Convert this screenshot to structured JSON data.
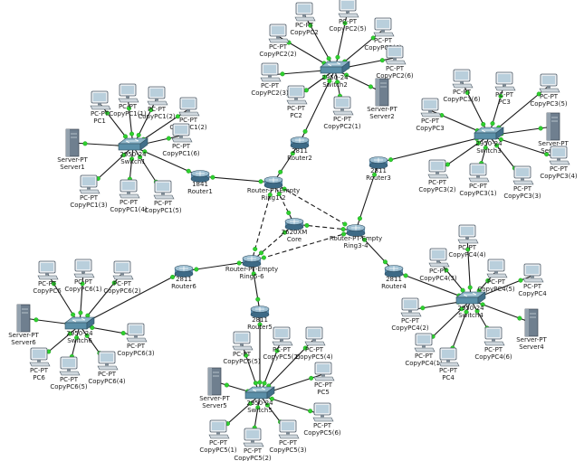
{
  "colors": {
    "link": "#1a1a1a",
    "port_up": "#2ed12e",
    "switch": "#5b8fa8",
    "router": "#5f8fae",
    "pc_screen": "#b9cfdc",
    "server": "#6f7f8f"
  },
  "devices": [
    {
      "id": "R0",
      "type": "router",
      "label": [
        "2620XM",
        "Core"
      ]
    },
    {
      "id": "R1",
      "type": "router",
      "label": [
        "1841",
        "Router1"
      ]
    },
    {
      "id": "R2",
      "type": "router",
      "label": [
        "2811",
        "Router2"
      ]
    },
    {
      "id": "R3",
      "type": "router",
      "label": [
        "2811",
        "Router3"
      ]
    },
    {
      "id": "R4",
      "type": "router",
      "label": [
        "2811",
        "Router4"
      ]
    },
    {
      "id": "R5",
      "type": "router",
      "label": [
        "2811",
        "Router5"
      ]
    },
    {
      "id": "R6",
      "type": "router",
      "label": [
        "2811",
        "Router6"
      ]
    },
    {
      "id": "G1",
      "type": "router",
      "label": [
        "Router-PT-Empty",
        "Ring1-2"
      ]
    },
    {
      "id": "G3",
      "type": "router",
      "label": [
        "Router-PT-Empty",
        "Ring3-4"
      ]
    },
    {
      "id": "G5",
      "type": "router",
      "label": [
        "Router-PT-Empty",
        "Ring5-6"
      ]
    },
    {
      "id": "SW1",
      "type": "switch",
      "label": [
        "2950-24",
        "Switch1"
      ]
    },
    {
      "id": "SW2",
      "type": "switch",
      "label": [
        "2950-24",
        "Switch2"
      ]
    },
    {
      "id": "SW3",
      "type": "switch",
      "label": [
        "2950-24",
        "Switch3"
      ]
    },
    {
      "id": "SW4",
      "type": "switch",
      "label": [
        "2950-24",
        "Switch4"
      ]
    },
    {
      "id": "SW5",
      "type": "switch",
      "label": [
        "2950-24",
        "Switch5"
      ]
    },
    {
      "id": "SW6",
      "type": "switch",
      "label": [
        "2950-24",
        "Switch6"
      ]
    },
    {
      "id": "S1",
      "type": "server",
      "label": [
        "Server-PT",
        "Server1"
      ]
    },
    {
      "id": "S2",
      "type": "server",
      "label": [
        "Server-PT",
        "Server2"
      ]
    },
    {
      "id": "S3",
      "type": "server",
      "label": [
        "Server-PT",
        "Server3"
      ]
    },
    {
      "id": "S4",
      "type": "server",
      "label": [
        "Server-PT",
        "Server4"
      ]
    },
    {
      "id": "S5",
      "type": "server",
      "label": [
        "Server-PT",
        "Server5"
      ]
    },
    {
      "id": "S6",
      "type": "server",
      "label": [
        "Server-PT",
        "Server6"
      ]
    },
    {
      "id": "P1a",
      "type": "pc",
      "label": [
        "PC-PT",
        "PC1"
      ]
    },
    {
      "id": "P1b",
      "type": "pc",
      "label": [
        "PC-PT",
        "CopyPC1(1)"
      ]
    },
    {
      "id": "P1c",
      "type": "pc",
      "label": [
        "PC-PT",
        "CopyPC1(2)"
      ]
    },
    {
      "id": "P1d",
      "type": "pc",
      "label": [
        "PC-PT",
        "CopyPC1(2)"
      ]
    },
    {
      "id": "P1e",
      "type": "pc",
      "label": [
        "PC-PT",
        "CopyPC1(6)"
      ]
    },
    {
      "id": "P1f",
      "type": "pc",
      "label": [
        "PC-PT",
        "CopyPC1(3)"
      ]
    },
    {
      "id": "P1g",
      "type": "pc",
      "label": [
        "PC-PT",
        "CopyPC1(4)"
      ]
    },
    {
      "id": "P1h",
      "type": "pc",
      "label": [
        "PC-PT",
        "CopyPC1(5)"
      ]
    },
    {
      "id": "P2a",
      "type": "pc",
      "label": [
        "PC-PT",
        "CopyPC2"
      ]
    },
    {
      "id": "P2b",
      "type": "pc",
      "label": [
        "PC-PT",
        "CopyPC2(5)"
      ]
    },
    {
      "id": "P2c",
      "type": "pc",
      "label": [
        "PC-PT",
        "CopyPC2(4)"
      ]
    },
    {
      "id": "P2d",
      "type": "pc",
      "label": [
        "PC-PT",
        "CopyPC2(2)"
      ]
    },
    {
      "id": "P2e",
      "type": "pc",
      "label": [
        "PC-PT",
        "CopyPC2(6)"
      ]
    },
    {
      "id": "P2f",
      "type": "pc",
      "label": [
        "PC-PT",
        "CopyPC2(3)"
      ]
    },
    {
      "id": "P2g",
      "type": "pc",
      "label": [
        "PC-PT",
        "PC2"
      ]
    },
    {
      "id": "P2h",
      "type": "pc",
      "label": [
        "PC-PT",
        "CopyPC2(1)"
      ]
    },
    {
      "id": "P3a",
      "type": "pc",
      "label": [
        "PC-PT",
        "CopyPC3(6)"
      ]
    },
    {
      "id": "P3b",
      "type": "pc",
      "label": [
        "PC-PT",
        "PC3"
      ]
    },
    {
      "id": "P3c",
      "type": "pc",
      "label": [
        "PC-PT",
        "CopyPC3(5)"
      ]
    },
    {
      "id": "P3d",
      "type": "pc",
      "label": [
        "PC-PT",
        "CopyPC3"
      ]
    },
    {
      "id": "P3e",
      "type": "pc",
      "label": [
        "PC-PT",
        "CopyPC3(4)"
      ]
    },
    {
      "id": "P3f",
      "type": "pc",
      "label": [
        "PC-PT",
        "CopyPC3(2)"
      ]
    },
    {
      "id": "P3g",
      "type": "pc",
      "label": [
        "PC-PT",
        "CopyPC3(1)"
      ]
    },
    {
      "id": "P3h",
      "type": "pc",
      "label": [
        "PC-PT",
        "CopyPC3(3)"
      ]
    },
    {
      "id": "P4a",
      "type": "pc",
      "label": [
        "PC-PT",
        "CopyPC4(4)"
      ]
    },
    {
      "id": "P4b",
      "type": "pc",
      "label": [
        "PC-PT",
        "CopyPC4(3)"
      ]
    },
    {
      "id": "P4c",
      "type": "pc",
      "label": [
        "PC-PT",
        "CopyPC4(5)"
      ]
    },
    {
      "id": "P4d",
      "type": "pc",
      "label": [
        "PC-PT",
        "CopyPC4"
      ]
    },
    {
      "id": "P4e",
      "type": "pc",
      "label": [
        "PC-PT",
        "CopyPC4(2)"
      ]
    },
    {
      "id": "P4f",
      "type": "pc",
      "label": [
        "PC-PT",
        "CopyPC4(1)"
      ]
    },
    {
      "id": "P4g",
      "type": "pc",
      "label": [
        "PC-PT",
        "PC4"
      ]
    },
    {
      "id": "P4h",
      "type": "pc",
      "label": [
        "PC-PT",
        "CopyPC4(6)"
      ]
    },
    {
      "id": "P5a",
      "type": "pc",
      "label": [
        "PC-PT",
        "CopyPC5(5)"
      ]
    },
    {
      "id": "P5b",
      "type": "pc",
      "label": [
        "PC-PT",
        "CopyPC5(2)"
      ]
    },
    {
      "id": "P5c",
      "type": "pc",
      "label": [
        "PC-PT",
        "CopyPC5(4)"
      ]
    },
    {
      "id": "P5d",
      "type": "pc",
      "label": [
        "PC-PT",
        "PC5"
      ]
    },
    {
      "id": "P5e",
      "type": "pc",
      "label": [
        "PC-PT",
        "CopyPC5(6)"
      ]
    },
    {
      "id": "P5f",
      "type": "pc",
      "label": [
        "PC-PT",
        "CopyPC5(1)"
      ]
    },
    {
      "id": "P5g",
      "type": "pc",
      "label": [
        "PC-PT",
        "CopyPC5(2)"
      ]
    },
    {
      "id": "P5h",
      "type": "pc",
      "label": [
        "PC-PT",
        "CopyPC5(3)"
      ]
    },
    {
      "id": "P6a",
      "type": "pc",
      "label": [
        "PC-PT",
        "CopyPC6"
      ]
    },
    {
      "id": "P6b",
      "type": "pc",
      "label": [
        "PC-PT",
        "CopyPC6(1)"
      ]
    },
    {
      "id": "P6c",
      "type": "pc",
      "label": [
        "PC-PT",
        "CopyPC6(2)"
      ]
    },
    {
      "id": "P6d",
      "type": "pc",
      "label": [
        "PC-PT",
        "CopyPC6(3)"
      ]
    },
    {
      "id": "P6e",
      "type": "pc",
      "label": [
        "PC-PT",
        "PC6"
      ]
    },
    {
      "id": "P6f",
      "type": "pc",
      "label": [
        "PC-PT",
        "CopyPC6(5)"
      ]
    },
    {
      "id": "P6g",
      "type": "pc",
      "label": [
        "PC-PT",
        "CopyPC6(4)"
      ]
    }
  ],
  "links": [
    {
      "a": "G1",
      "b": "R0",
      "style": "dashed"
    },
    {
      "a": "G1",
      "b": "G3",
      "style": "dashed"
    },
    {
      "a": "G1",
      "b": "G5",
      "style": "dashed"
    },
    {
      "a": "G3",
      "b": "R0",
      "style": "dashed"
    },
    {
      "a": "G3",
      "b": "G5",
      "style": "dashed"
    },
    {
      "a": "G5",
      "b": "R0",
      "style": "dashed"
    },
    {
      "a": "G1",
      "b": "R1",
      "style": "solid"
    },
    {
      "a": "G1",
      "b": "R2",
      "style": "solid"
    },
    {
      "a": "G3",
      "b": "R3",
      "style": "solid"
    },
    {
      "a": "G3",
      "b": "R4",
      "style": "solid"
    },
    {
      "a": "G5",
      "b": "R5",
      "style": "solid"
    },
    {
      "a": "G5",
      "b": "R6",
      "style": "solid"
    },
    {
      "a": "R1",
      "b": "SW1",
      "style": "solid"
    },
    {
      "a": "R2",
      "b": "SW2",
      "style": "solid"
    },
    {
      "a": "R3",
      "b": "SW3",
      "style": "solid"
    },
    {
      "a": "R4",
      "b": "SW4",
      "style": "solid"
    },
    {
      "a": "R5",
      "b": "SW5",
      "style": "solid"
    },
    {
      "a": "R6",
      "b": "SW6",
      "style": "solid"
    },
    {
      "a": "SW1",
      "b": "S1"
    },
    {
      "a": "SW1",
      "b": "P1a"
    },
    {
      "a": "SW1",
      "b": "P1b"
    },
    {
      "a": "SW1",
      "b": "P1c"
    },
    {
      "a": "SW1",
      "b": "P1d"
    },
    {
      "a": "SW1",
      "b": "P1e"
    },
    {
      "a": "SW1",
      "b": "P1f"
    },
    {
      "a": "SW1",
      "b": "P1g"
    },
    {
      "a": "SW1",
      "b": "P1h"
    },
    {
      "a": "SW2",
      "b": "S2"
    },
    {
      "a": "SW2",
      "b": "P2a"
    },
    {
      "a": "SW2",
      "b": "P2b"
    },
    {
      "a": "SW2",
      "b": "P2c"
    },
    {
      "a": "SW2",
      "b": "P2d"
    },
    {
      "a": "SW2",
      "b": "P2e"
    },
    {
      "a": "SW2",
      "b": "P2f"
    },
    {
      "a": "SW2",
      "b": "P2g"
    },
    {
      "a": "SW2",
      "b": "P2h"
    },
    {
      "a": "SW3",
      "b": "S3"
    },
    {
      "a": "SW3",
      "b": "P3a"
    },
    {
      "a": "SW3",
      "b": "P3b"
    },
    {
      "a": "SW3",
      "b": "P3c"
    },
    {
      "a": "SW3",
      "b": "P3d"
    },
    {
      "a": "SW3",
      "b": "P3e"
    },
    {
      "a": "SW3",
      "b": "P3f"
    },
    {
      "a": "SW3",
      "b": "P3g"
    },
    {
      "a": "SW3",
      "b": "P3h"
    },
    {
      "a": "SW4",
      "b": "S4"
    },
    {
      "a": "SW4",
      "b": "P4a"
    },
    {
      "a": "SW4",
      "b": "P4b"
    },
    {
      "a": "SW4",
      "b": "P4c"
    },
    {
      "a": "SW4",
      "b": "P4d"
    },
    {
      "a": "SW4",
      "b": "P4e"
    },
    {
      "a": "SW4",
      "b": "P4f"
    },
    {
      "a": "SW4",
      "b": "P4g"
    },
    {
      "a": "SW4",
      "b": "P4h"
    },
    {
      "a": "SW5",
      "b": "S5"
    },
    {
      "a": "SW5",
      "b": "P5a"
    },
    {
      "a": "SW5",
      "b": "P5b"
    },
    {
      "a": "SW5",
      "b": "P5c"
    },
    {
      "a": "SW5",
      "b": "P5d"
    },
    {
      "a": "SW5",
      "b": "P5e"
    },
    {
      "a": "SW5",
      "b": "P5f"
    },
    {
      "a": "SW5",
      "b": "P5g"
    },
    {
      "a": "SW5",
      "b": "P5h"
    },
    {
      "a": "SW6",
      "b": "S6"
    },
    {
      "a": "SW6",
      "b": "P6a"
    },
    {
      "a": "SW6",
      "b": "P6b"
    },
    {
      "a": "SW6",
      "b": "P6c"
    },
    {
      "a": "SW6",
      "b": "P6d"
    },
    {
      "a": "SW6",
      "b": "P6e"
    },
    {
      "a": "SW6",
      "b": "P6f"
    },
    {
      "a": "SW6",
      "b": "P6g"
    }
  ]
}
